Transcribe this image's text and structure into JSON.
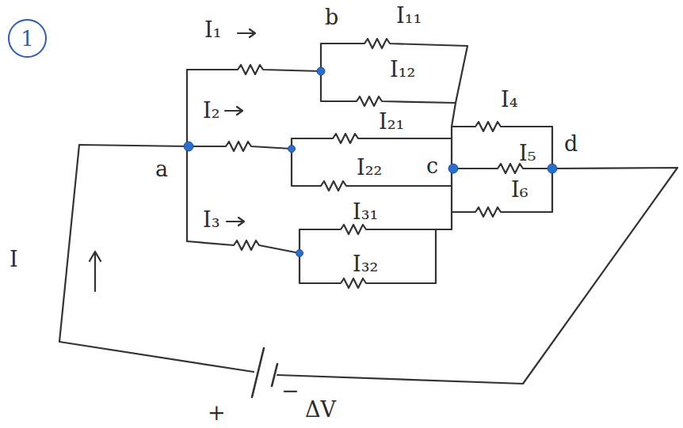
{
  "diagram": {
    "nodes": [
      {
        "text": [
          "1"
        ]
      }
    ],
    "labels": [
      "I₁",
      "b",
      "I₁₁",
      "I₁₂",
      "I₂",
      "I₂₁",
      "I₄",
      "a",
      "I₂₂",
      "c",
      "I₅",
      "d",
      "I₆",
      "I₃",
      "I₃₁",
      "I₃₂",
      "I",
      "+",
      "−",
      "ΔV"
    ]
  }
}
